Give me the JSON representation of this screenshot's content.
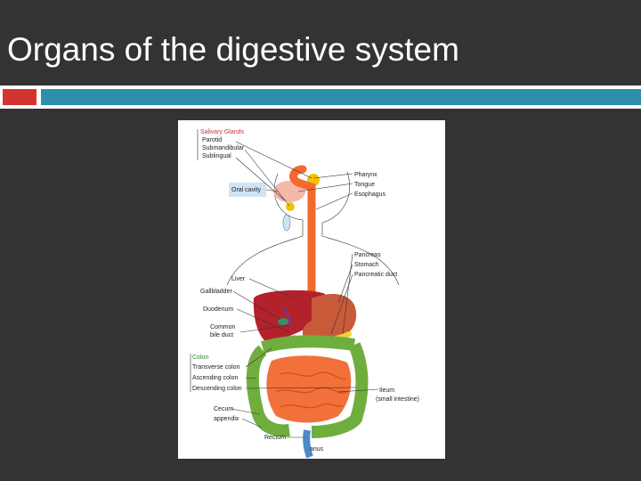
{
  "slide": {
    "title": "Organs of the digestive system"
  },
  "diagram": {
    "labels_left": {
      "salivary_glands": "Salivary Glands",
      "parotid": "Parotid",
      "submandibular": "Submandibular",
      "sublingual": "Sublingual",
      "oral_cavity": "Oral cavity",
      "liver": "Liver",
      "gallbladder": "Gallbladder",
      "duodenum": "Duodenum",
      "common_bile_duct_1": "Common",
      "common_bile_duct_2": "bile duct",
      "colon": "Colon",
      "transverse_colon": "Transverse colon",
      "ascending_colon": "Ascending colon",
      "descending_colon": "Descending colon",
      "cecum": "Cecum",
      "appendix": "appendix",
      "rectum": "Rectum"
    },
    "labels_right": {
      "pharynx": "Pharynx",
      "tongue": "Tongue",
      "esophagus": "Esophagus",
      "pancreas": "Pancreas",
      "stomach": "Stomach",
      "pancreatic_duct": "Pancreatic duct",
      "ileum_1": "Ileum",
      "ileum_2": "(small intestine)",
      "anus": "anus"
    },
    "colors": {
      "esophagus": "#f26a2e",
      "liver": "#b3212b",
      "stomach": "#c85a3a",
      "colon": "#6fae3c",
      "small_intestine": "#f2703a",
      "pancreas": "#f2d03a",
      "rectum": "#4a8ac6",
      "oral_cavity_box": "#cfe3f5"
    }
  }
}
